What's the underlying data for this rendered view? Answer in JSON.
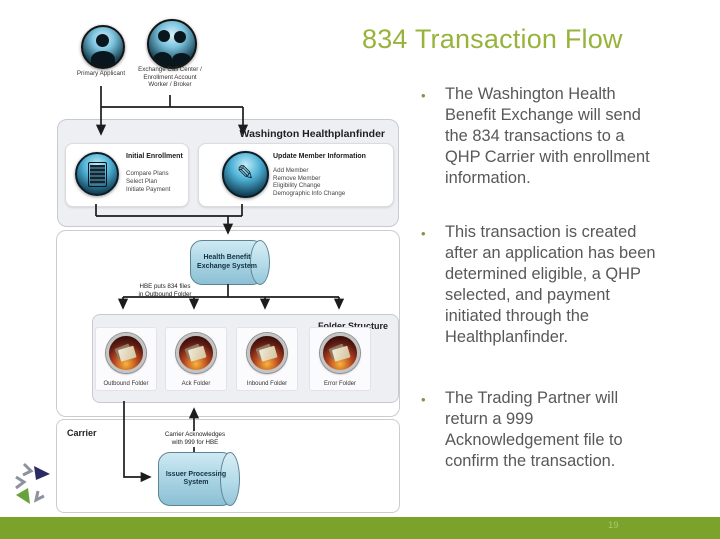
{
  "slide": {
    "title": "834 Transaction Flow",
    "page_number": "19"
  },
  "colors": {
    "title_green": "#96b43c",
    "footer_green": "#7ba32b",
    "body_text": "#58585a",
    "cylinder_blue": "#a9d4e4",
    "logo_navy": "#2c2a63",
    "logo_green": "#69a23b"
  },
  "bullets": [
    "The Washington Health\nBenefit Exchange will send\nthe 834 transactions to a\nQHP Carrier with enrollment\ninformation.",
    "This transaction is created\nafter an application has been\ndetermined eligible, a QHP\nselected, and payment\ninitiated through the\nHealthplanfinder.",
    "The Trading Partner will\nreturn a 999\nAcknowledgement file to\nconfirm the transaction."
  ],
  "diagram": {
    "actors": {
      "primary_applicant": "Primary Applicant",
      "exchange_line1": "Exchange Call Center /",
      "exchange_line2": "Enrollment Account",
      "exchange_line3": "Worker / Broker"
    },
    "healthplanfinder": {
      "label": "Washington Healthplanfinder",
      "initial_enrollment": {
        "title": "Initial Enrollment",
        "items": [
          "Compare Plans",
          "Select Plan",
          "Initiate Payment"
        ]
      },
      "update_member": {
        "title": "Update Member Information",
        "items": [
          "Add Member",
          "Remove Member",
          "Eligibility Change",
          "Demographic Info Change"
        ]
      }
    },
    "hbe_cylinder": {
      "line1": "Health Benefit",
      "line2": "Exchange System"
    },
    "hbe_note": {
      "line1": "HBE puts 834 files",
      "line2": "in Outbound Folder"
    },
    "folder_structure": {
      "label": "Folder Structure",
      "folders": [
        "Outbound Folder",
        "Ack Folder",
        "Inbound Folder",
        "Error Folder"
      ]
    },
    "carrier": {
      "label": "Carrier",
      "ack_note": {
        "line1": "Carrier Acknowledges",
        "line2": "with 999 for HBE"
      },
      "issuer_cylinder": {
        "line1": "Issuer Processing",
        "line2": "System"
      }
    }
  }
}
